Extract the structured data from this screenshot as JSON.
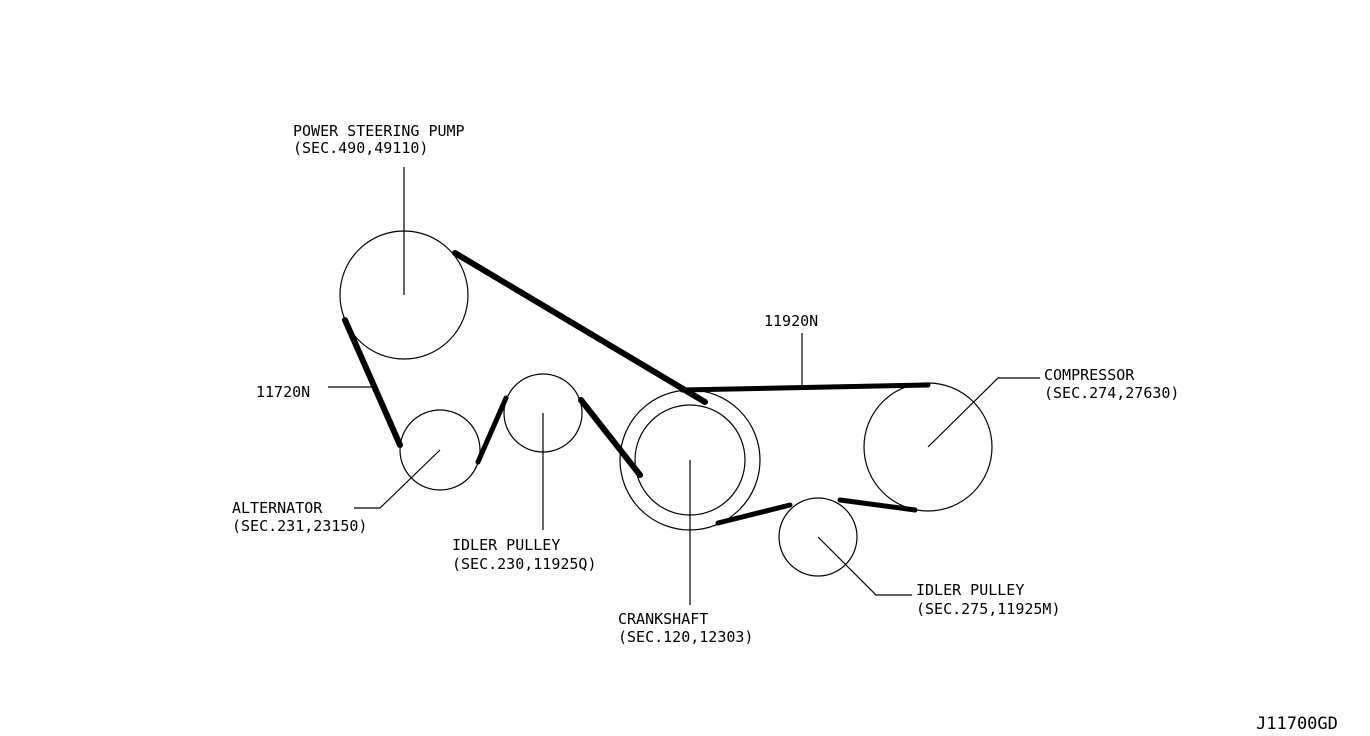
{
  "labels": {
    "power_steering_name": "POWER STEERING PUMP",
    "power_steering_sec": "(SEC.490,49110)",
    "belt_front": "11720N",
    "belt_rear": "11920N",
    "alternator_name": "ALTERNATOR",
    "alternator_sec": "(SEC.231,23150)",
    "idler1_name": "IDLER PULLEY",
    "idler1_sec": "(SEC.230,11925Q)",
    "crank_name": "CRANKSHAFT",
    "crank_sec": "(SEC.120,12303)",
    "compressor_name": "COMPRESSOR",
    "compressor_sec": "(SEC.274,27630)",
    "idler2_name": "IDLER PULLEY",
    "idler2_sec": "(SEC.275,11925M)",
    "figure_code": "J11700GD"
  }
}
